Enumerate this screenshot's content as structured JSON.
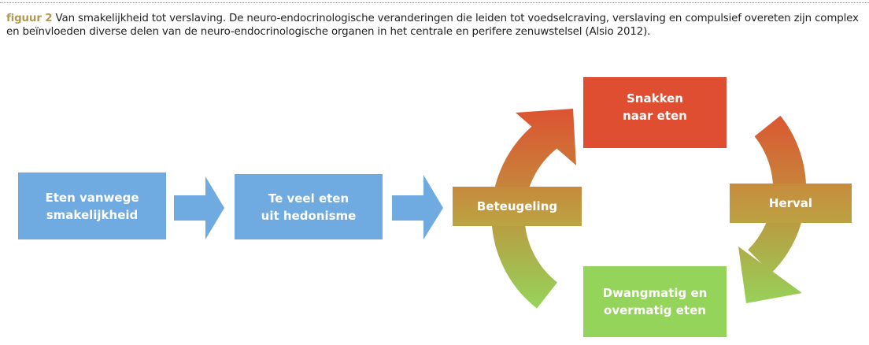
{
  "caption": {
    "label": "figuur 2",
    "text": " Van smakelijkheid tot verslaving. De neuro-endocrinologische veranderingen die leiden tot voedselcraving, verslaving en compulsief overeten zijn complex en beïnvloeden diverse delen van de neuro-endocrinologische organen in het centrale en perifere zenuwstelsel (Alsio 2012)."
  },
  "diagram": {
    "step1": {
      "line1": "Eten vanwege",
      "line2": "smakelijkheid"
    },
    "step2": {
      "line1": "Te veel eten",
      "line2": "uit hedonisme"
    },
    "cycle": {
      "top": {
        "line1": "Snakken",
        "line2": "naar eten"
      },
      "right": "Herval",
      "bottom": {
        "line1": "Dwangmatig en",
        "line2": "overmatig eten"
      },
      "left": "Beteugeling"
    },
    "colors": {
      "blue": "#6faae0",
      "red": "#df4e31",
      "mid": "#c1903d",
      "green": "#95d45a",
      "caption_label": "#b29a52"
    }
  }
}
